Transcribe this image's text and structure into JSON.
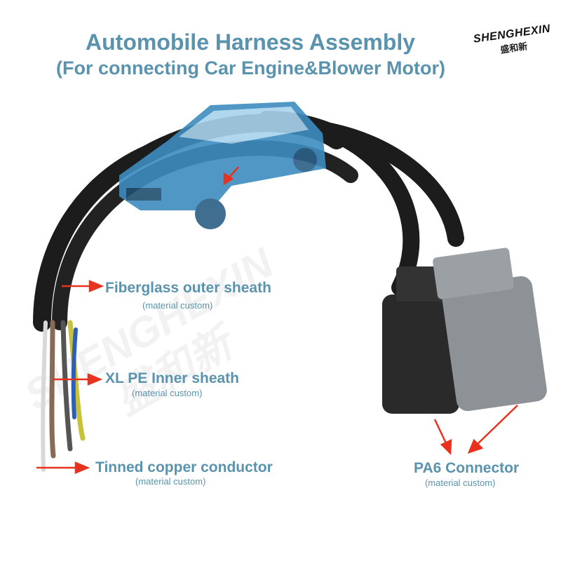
{
  "title": "Automobile Harness Assembly",
  "subtitle": "(For connecting Car Engine&Blower Motor)",
  "logo": {
    "name": "SHENGHEXIN",
    "chinese": "盛和新"
  },
  "watermark": "SHENGHEXIN 盛和新",
  "labels": [
    {
      "title": "Fiberglass outer sheath",
      "note": "(material custom)"
    },
    {
      "title": "XL PE Inner sheath",
      "note": "(material custom)"
    },
    {
      "title": "Tinned copper conductor",
      "note": "(material custom)"
    },
    {
      "title": "PA6 Connector",
      "note": "(material custom)"
    }
  ],
  "colors": {
    "text": "#5a93ad",
    "arrow": "#e8321e",
    "cable": "#1c1c1c",
    "connector_dark": "#2a2a2a",
    "connector_grey": "#8d9296"
  }
}
